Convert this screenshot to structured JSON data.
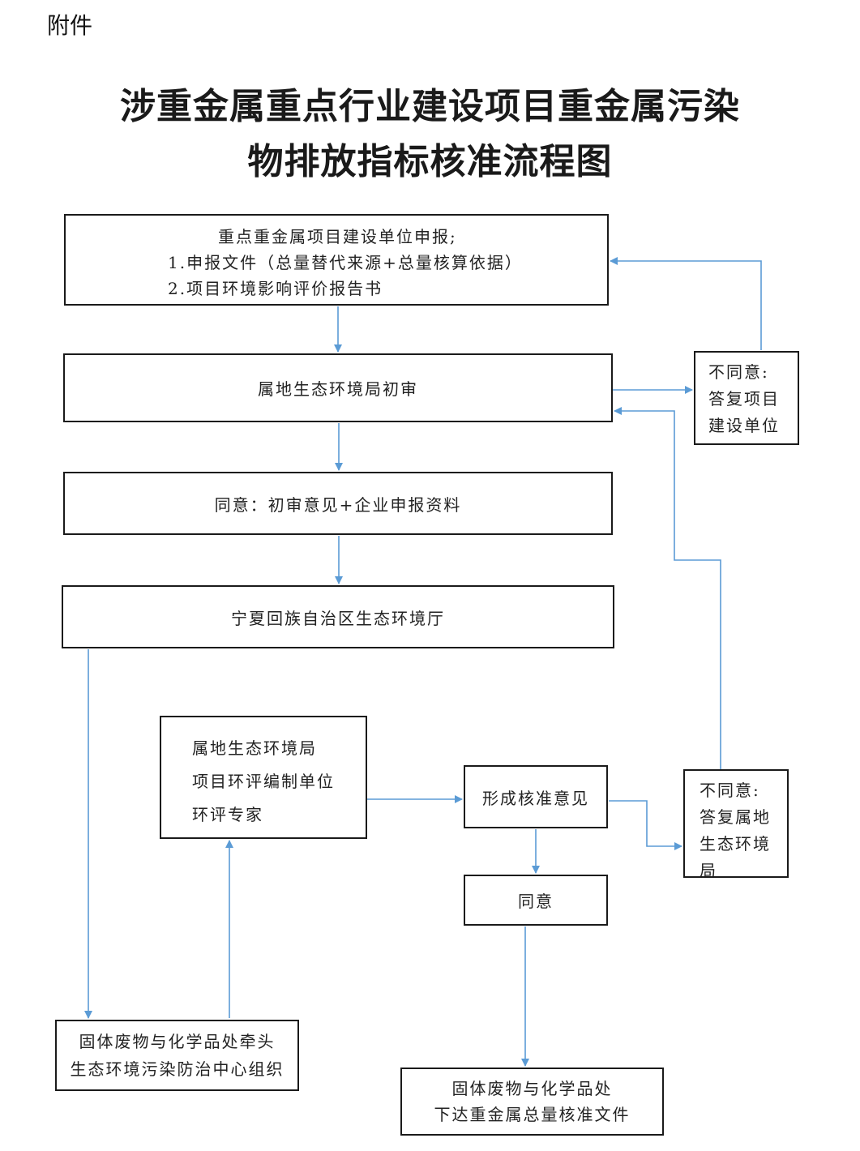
{
  "attachment_label": "附件",
  "title": {
    "line1": "涉重金属重点行业建设项目重金属污染",
    "line2": "物排放指标核准流程图"
  },
  "nodes": {
    "application": {
      "line1": "重点重金属项目建设单位申报;",
      "line2": "1.申报文件（总量替代来源+总量核算依据）",
      "line3": "2.项目环境影响评价报告书"
    },
    "initial_review": {
      "text": "属地生态环境局初审"
    },
    "agree_submit": {
      "text": "同意：初审意见+企业申报资料"
    },
    "provincial_dept": {
      "text": "宁夏回族自治区生态环境厅"
    },
    "reviewers": {
      "line1": "属地生态环境局",
      "line2": "项目环评编制单位",
      "line3": "环评专家"
    },
    "form_opinion": {
      "text": "形成核准意见"
    },
    "disagree_local": {
      "line1": "不同意:",
      "line2": "答复属地",
      "line3": "生态环境",
      "line4": "局"
    },
    "disagree_unit": {
      "line1": "不同意:",
      "line2": "答复项目",
      "line3": "建设单位"
    },
    "agree": {
      "text": "同意"
    },
    "lead_office": {
      "line1": "固体废物与化学品处牵头",
      "line2": "生态环境污染防治中心组织"
    },
    "issue_doc": {
      "line1": "固体废物与化学品处",
      "line2": "下达重金属总量核准文件"
    }
  },
  "colors": {
    "arrow": "#5b9bd5",
    "border": "#1a1a1a"
  }
}
